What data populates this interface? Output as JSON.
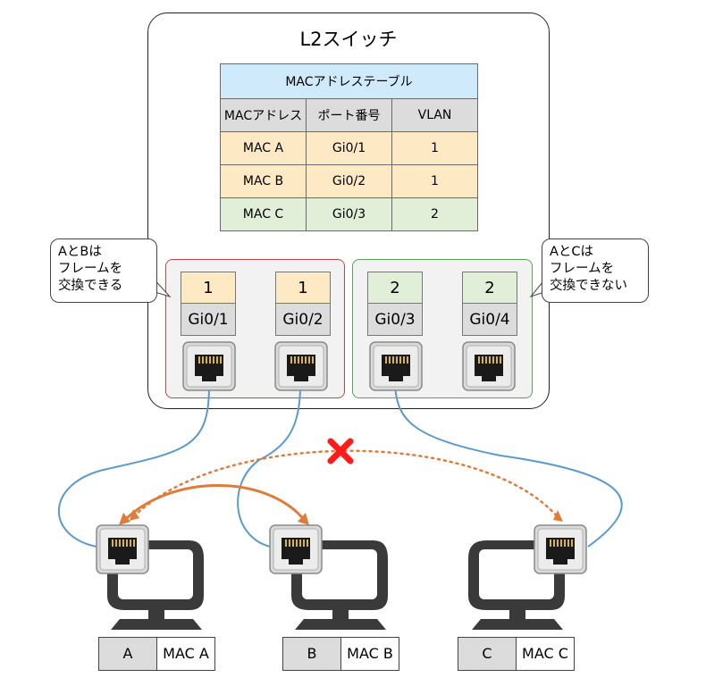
{
  "switch": {
    "title": "L2スイッチ"
  },
  "mac_table": {
    "title": "MACアドレステーブル",
    "headers": [
      "MACアドレス",
      "ポート番号",
      "VLAN"
    ],
    "rows": [
      {
        "mac": "MAC A",
        "port": "Gi0/1",
        "vlan": "1"
      },
      {
        "mac": "MAC B",
        "port": "Gi0/2",
        "vlan": "1"
      },
      {
        "mac": "MAC C",
        "port": "Gi0/3",
        "vlan": "2"
      }
    ]
  },
  "ports": [
    {
      "vlan": "1",
      "name": "Gi0/1"
    },
    {
      "vlan": "1",
      "name": "Gi0/2"
    },
    {
      "vlan": "2",
      "name": "Gi0/3"
    },
    {
      "vlan": "2",
      "name": "Gi0/4"
    }
  ],
  "callouts": {
    "left": [
      "AとBは",
      "フレームを",
      "交換できる"
    ],
    "right": [
      "AとCは",
      "フレームを",
      "交換できない"
    ]
  },
  "pcs": [
    {
      "name": "A",
      "mac": "MAC A"
    },
    {
      "name": "B",
      "mac": "MAC B"
    },
    {
      "name": "C",
      "mac": "MAC C"
    }
  ],
  "colors": {
    "vlan1_fill": "#fde9c4",
    "vlan2_fill": "#e1efd9",
    "vlan1_border": "#c64646",
    "vlan2_border": "#5aa05a",
    "table_title_fill": "#cfeafb",
    "cable": "#5b9bc9",
    "frame_arrow": "#e07b39",
    "blocked_mark": "#ff1a1a"
  }
}
